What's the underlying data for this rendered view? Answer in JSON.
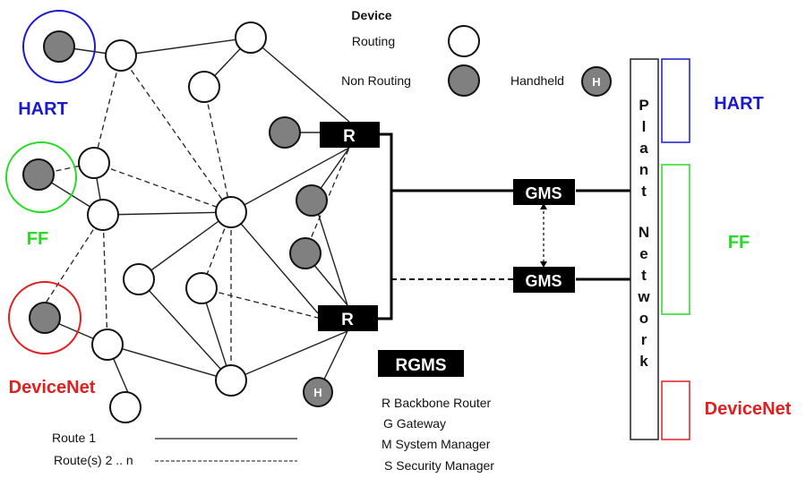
{
  "legend": {
    "device_title": "Device",
    "routing_label": "Routing",
    "non_routing_label": "Non Routing",
    "handheld_label": "Handheld",
    "handheld_glyph": "H",
    "route1_label": "Route 1",
    "route2_label": "Route(s) 2 .. n"
  },
  "protocols": {
    "hart": {
      "label": "HART",
      "color": "#1a1acc"
    },
    "ff": {
      "label": "FF",
      "color": "#22dd22"
    },
    "devicenet": {
      "label": "DeviceNet",
      "color": "#e02020"
    }
  },
  "routers": {
    "r1": "R",
    "r2": "R"
  },
  "gms": {
    "top": "GMS",
    "bottom": "GMS"
  },
  "rgms": {
    "title": "RGMS",
    "items": [
      "R Backbone Router",
      "G Gateway",
      "M System Manager",
      "S Security Manager"
    ]
  },
  "plant_network": {
    "letters": [
      "P",
      "l",
      "a",
      "n",
      "t",
      "",
      "N",
      "e",
      "t",
      "w",
      "o",
      "r",
      "k"
    ]
  },
  "colors": {
    "node_gray": "#808080",
    "line": "#222222"
  }
}
